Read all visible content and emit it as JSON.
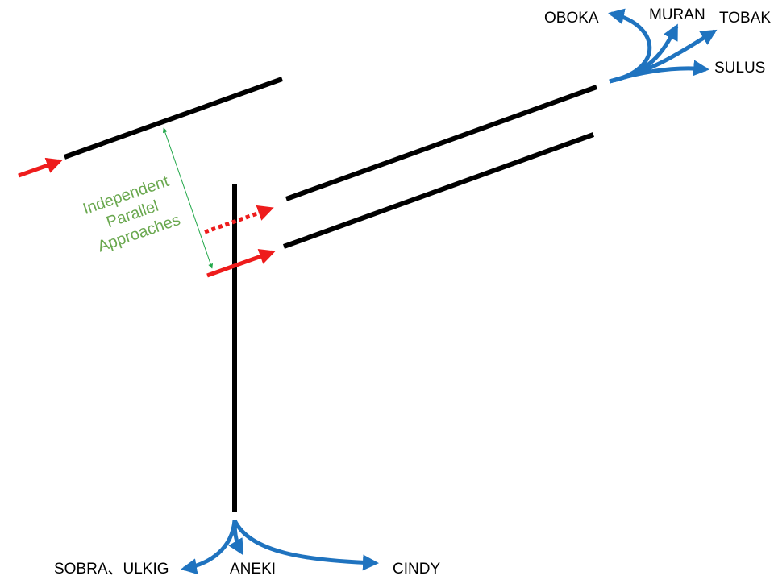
{
  "colors": {
    "runway": "#000000",
    "approach": "#ee1c1c",
    "departure": "#1f73bf",
    "annotation": "#6aa84f",
    "separation": "#22a84a"
  },
  "annotation": {
    "line1": "Independent",
    "line2": "Parallel",
    "line3": "Approaches"
  },
  "departure_fixes": {
    "northeast": [
      "OBOKA",
      "MURAN",
      "TOBAK",
      "SULUS"
    ],
    "south": [
      "SOBRA、ULKIG",
      "ANEKI",
      "CINDY"
    ]
  }
}
